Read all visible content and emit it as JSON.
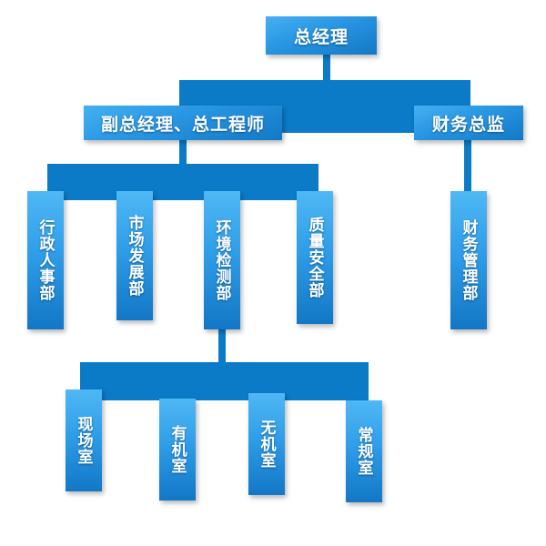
{
  "chart_data": {
    "type": "diagram",
    "title": "",
    "orientation": "top-down organizational hierarchy",
    "accent_color": "#1278C6",
    "node_gradient_from": "#4FB8F5",
    "node_gradient_to": "#1277C6",
    "connector_color": "#0B7BC8",
    "text_color": "#FFFFFF",
    "levels": [
      {
        "level": 1,
        "labels": [
          "总经理"
        ]
      },
      {
        "level": 2,
        "labels": [
          "副总经理、总工程师",
          "财务总监"
        ]
      },
      {
        "level": 3,
        "labels": [
          "行政人事部",
          "市场发展部",
          "环境检测部",
          "质量安全部",
          "财务管理部"
        ]
      },
      {
        "level": 4,
        "labels": [
          "现场室",
          "有机室",
          "无机室",
          "常规室"
        ]
      }
    ],
    "edges": [
      {
        "from": "总经理",
        "to": "副总经理、总工程师"
      },
      {
        "from": "总经理",
        "to": "财务总监"
      },
      {
        "from": "副总经理、总工程师",
        "to": "行政人事部"
      },
      {
        "from": "副总经理、总工程师",
        "to": "市场发展部"
      },
      {
        "from": "副总经理、总工程师",
        "to": "环境检测部"
      },
      {
        "from": "副总经理、总工程师",
        "to": "质量安全部"
      },
      {
        "from": "财务总监",
        "to": "财务管理部"
      },
      {
        "from": "环境检测部",
        "to": "现场室"
      },
      {
        "from": "环境检测部",
        "to": "有机室"
      },
      {
        "from": "环境检测部",
        "to": "无机室"
      },
      {
        "from": "环境检测部",
        "to": "常规室"
      }
    ]
  },
  "nodes": {
    "general_manager": "总经理",
    "deputy_gm_chief_engineer": "副总经理、总工程师",
    "finance_director": "财务总监",
    "admin_hr_dept": "行政人事部",
    "market_development_dept": "市场发展部",
    "environmental_testing_dept": "环境检测部",
    "quality_safety_dept": "质量安全部",
    "finance_management_dept": "财务管理部",
    "field_room": "现场室",
    "organic_room": "有机室",
    "inorganic_room": "无机室",
    "routine_room": "常规室"
  }
}
